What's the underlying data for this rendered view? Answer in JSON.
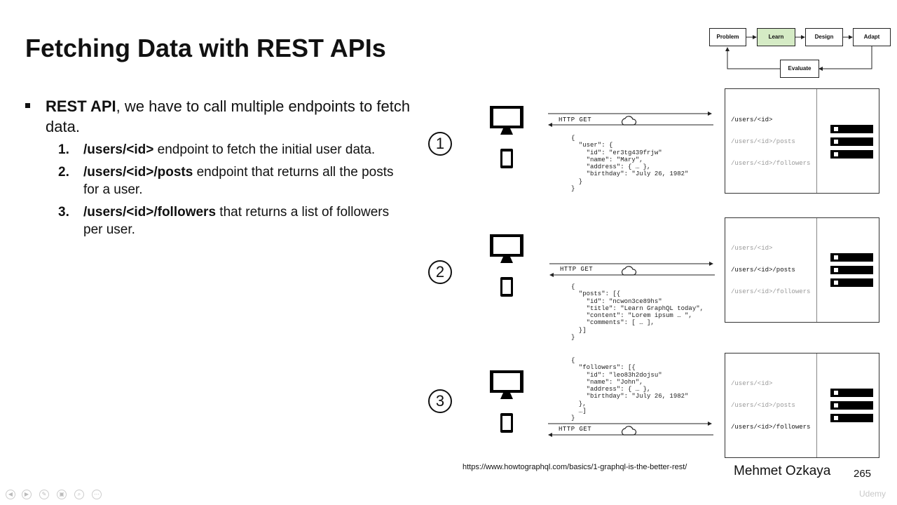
{
  "slide": {
    "title": "Fetching Data with REST APIs",
    "bullet": {
      "bold": "REST API",
      "rest": ", we have to call multiple endpoints to fetch data."
    },
    "items": [
      {
        "num": "1.",
        "bold": "/users/<id>",
        "rest": " endpoint to fetch the initial user data."
      },
      {
        "num": "2.",
        "bold": "/users/<id>/posts",
        "rest": " endpoint that returns all the posts for a user."
      },
      {
        "num": "3.",
        "bold": "/users/<id>/followers",
        "rest": " that returns a list of followers per user."
      }
    ],
    "source_url": "https://www.howtographql.com/basics/1-graphql-is-the-better-rest/",
    "author": "Mehmet Ozkaya",
    "page_number": "265"
  },
  "flow": {
    "boxes": [
      "Problem",
      "Learn",
      "Design",
      "Adapt",
      "Evaluate"
    ],
    "highlight_color": "#d5ebc5"
  },
  "diagram": {
    "http_label": "HTTP GET",
    "routes": [
      "/users/<id>",
      "/users/<id>/posts",
      "/users/<id>/followers"
    ],
    "steps": [
      {
        "number": "1",
        "active_route": 0,
        "json": "{\n  \"user\": {\n    \"id\": \"er3tg439frjw\"\n    \"name\": \"Mary\",\n    \"address\": { … },\n    \"birthday\": \"July 26, 1982\"\n  }\n}"
      },
      {
        "number": "2",
        "active_route": 1,
        "json": "{\n  \"posts\": [{\n    \"id\": \"ncwon3ce89hs\"\n    \"title\": \"Learn GraphQL today\",\n    \"content\": \"Lorem ipsum … \",\n    \"comments\": [ … ],\n  }]\n}"
      },
      {
        "number": "3",
        "active_route": 2,
        "json": "{\n  \"followers\": [{\n    \"id\": \"leo83h2dojsu\"\n    \"name\": \"John\",\n    \"address\": { … },\n    \"birthday\": \"July 26, 1982\"\n  },\n  …]\n}"
      }
    ]
  },
  "player": {
    "brand": "Udemy"
  }
}
